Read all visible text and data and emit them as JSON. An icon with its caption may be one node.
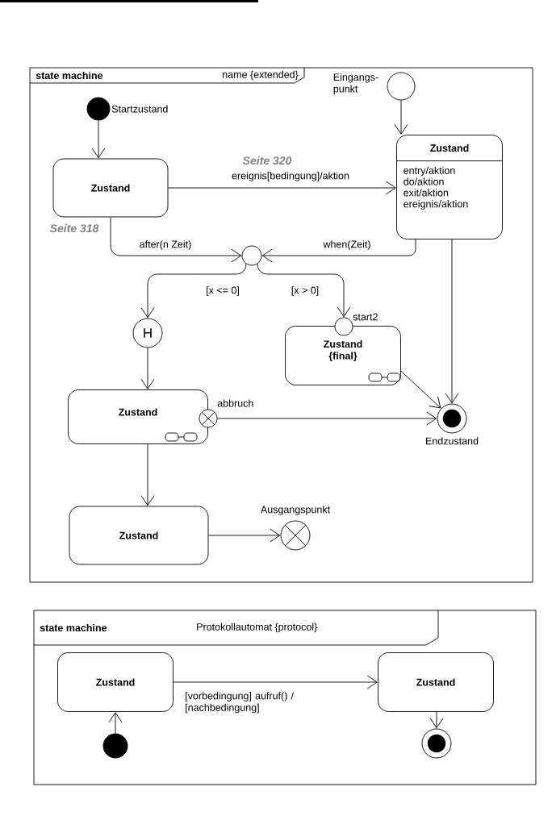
{
  "diagram": {
    "nodes": [
      {
        "text": [
          "state machine",
          "name {extended}"
        ]
      },
      {
        "text": [],
        "shape": "circle",
        "beside": [
          "Startzustand"
        ],
        "in": 0
      },
      {
        "text": [
          "Zustand"
        ],
        "in": 0
      },
      {
        "text": [],
        "shape": "circle",
        "beside": [
          "Eingangs- punkt"
        ],
        "in": 0
      },
      {
        "text": [
          "Zustand",
          "entry/aktion",
          "do/aktion",
          "exit/aktion",
          "ereignis/aktion"
        ],
        "in": 0
      },
      {
        "text": [],
        "shape": "circle",
        "in": 0
      },
      {
        "text": [
          "H"
        ],
        "in": 0
      },
      {
        "text": [],
        "shape": "circle",
        "beside": [
          "start2"
        ],
        "in": 0
      },
      {
        "text": [
          "Zustand {final}"
        ],
        "in": 0
      },
      {
        "text": [
          "Zustand"
        ],
        "in": 0
      },
      {
        "text": [],
        "shape": "circle",
        "beside": [
          "abbruch"
        ],
        "in": 0
      },
      {
        "text": [],
        "shape": "circle",
        "beside": [
          "Endzustand"
        ],
        "in": 0
      },
      {
        "text": [
          "Zustand"
        ],
        "in": 0
      },
      {
        "text": [],
        "shape": "circle",
        "beside": [
          "Ausgangspunkt"
        ],
        "in": 0
      },
      {
        "text": [
          "state machine",
          "Protokollautomat {protocol}"
        ]
      },
      {
        "text": [
          "Zustand"
        ],
        "in": 14
      },
      {
        "text": [
          "Zustand"
        ],
        "in": 14
      },
      {
        "text": [],
        "shape": "circle",
        "in": 14
      },
      {
        "text": [],
        "shape": "circle",
        "in": 14
      }
    ],
    "edges": [
      {
        "from": 1,
        "to": 2,
        "arrow": "to"
      },
      {
        "from": 3,
        "to": 4,
        "arrow": "to"
      },
      {
        "from": 2,
        "to": 4,
        "arrow": "to",
        "label": "ereignis[bedingung]/aktion"
      },
      {
        "from": 2,
        "to": 5,
        "arrow": "to",
        "label": "after(n Zeit)"
      },
      {
        "from": 4,
        "to": 5,
        "arrow": "to",
        "label": "when(Zeit)"
      },
      {
        "from": 5,
        "to": 6,
        "arrow": "to",
        "label": "[x <= 0]"
      },
      {
        "from": 5,
        "to": 7,
        "arrow": "to",
        "label": "[x > 0]"
      },
      {
        "from": 6,
        "to": 9,
        "arrow": "to"
      },
      {
        "from": 10,
        "to": 11,
        "arrow": "to"
      },
      {
        "from": 8,
        "to": 11,
        "arrow": "to"
      },
      {
        "from": 4,
        "to": 11,
        "arrow": "to"
      },
      {
        "from": 9,
        "to": 12,
        "arrow": "to"
      },
      {
        "from": 12,
        "to": 13,
        "arrow": "to"
      },
      {
        "from": 15,
        "to": 16,
        "arrow": "to",
        "label": "[vorbedingung] aufruf() / [nachbedingung]"
      },
      {
        "from": 17,
        "to": 15,
        "arrow": "to"
      },
      {
        "from": 16,
        "to": 18,
        "arrow": "to"
      }
    ],
    "labels": [
      "Seite 320",
      "Seite 318"
    ]
  }
}
